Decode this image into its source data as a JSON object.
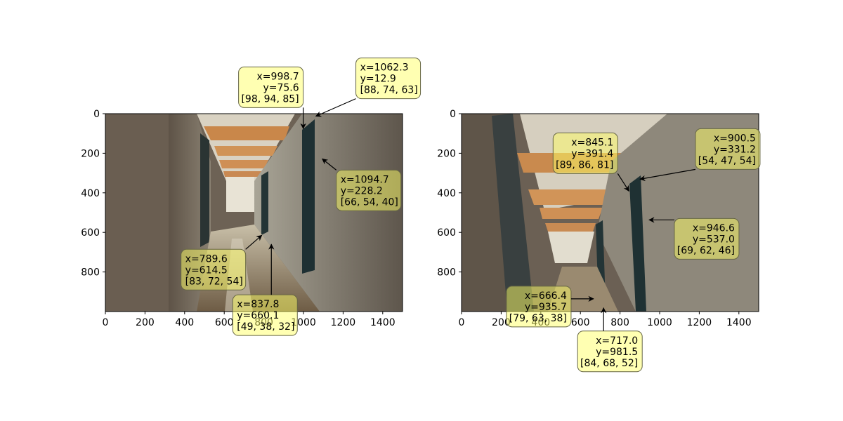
{
  "chart_data": [
    {
      "type": "scatter",
      "title": "",
      "xlabel": "",
      "ylabel": "",
      "xlim": [
        0,
        1500
      ],
      "ylim": [
        1000,
        0
      ],
      "x_ticks": [
        "0",
        "200",
        "400",
        "600",
        "800",
        "1000",
        "1200",
        "1400"
      ],
      "y_ticks": [
        "0",
        "200",
        "400",
        "600",
        "800"
      ],
      "grid": false,
      "image": "photograph of a hallway, wide-angle view",
      "annotations": [
        {
          "x": 998.7,
          "y": 75.6,
          "rgb": [
            98,
            94,
            85
          ],
          "lines": [
            "x=998.7",
            "y=75.6",
            "[98, 94, 85]"
          ]
        },
        {
          "x": 1062.3,
          "y": 12.9,
          "rgb": [
            88,
            74,
            63
          ],
          "lines": [
            "x=1062.3",
            "y=12.9",
            "[88, 74, 63]"
          ]
        },
        {
          "x": 1094.7,
          "y": 228.2,
          "rgb": [
            66,
            54,
            40
          ],
          "lines": [
            "x=1094.7",
            "y=228.2",
            "[66, 54, 40]"
          ]
        },
        {
          "x": 789.6,
          "y": 614.5,
          "rgb": [
            83,
            72,
            54
          ],
          "lines": [
            "x=789.6",
            "y=614.5",
            "[83, 72, 54]"
          ]
        },
        {
          "x": 837.8,
          "y": 660.1,
          "rgb": [
            49,
            38,
            32
          ],
          "lines": [
            "x=837.8",
            "y=660.1",
            "[49, 38, 32]"
          ]
        }
      ]
    },
    {
      "type": "scatter",
      "title": "",
      "xlabel": "",
      "ylabel": "",
      "xlim": [
        0,
        1500
      ],
      "ylim": [
        1000,
        0
      ],
      "x_ticks": [
        "0",
        "200",
        "400",
        "600",
        "800",
        "1000",
        "1200",
        "1400"
      ],
      "y_ticks": [
        "0",
        "200",
        "400",
        "600",
        "800"
      ],
      "grid": false,
      "image": "photograph of the same hallway, rotated view",
      "annotations": [
        {
          "x": 845.1,
          "y": 391.4,
          "rgb": [
            89,
            86,
            81
          ],
          "lines": [
            "x=845.1",
            "y=391.4",
            "[89, 86, 81]"
          ]
        },
        {
          "x": 900.5,
          "y": 331.2,
          "rgb": [
            54,
            47,
            54
          ],
          "lines": [
            "x=900.5",
            "y=331.2",
            "[54, 47, 54]"
          ]
        },
        {
          "x": 946.6,
          "y": 537.0,
          "rgb": [
            69,
            62,
            46
          ],
          "lines": [
            "x=946.6",
            "y=537.0",
            "[69, 62, 46]"
          ]
        },
        {
          "x": 666.4,
          "y": 935.7,
          "rgb": [
            79,
            63,
            38
          ],
          "lines": [
            "x=666.4",
            "y=935.7",
            "[79, 63, 38]"
          ]
        },
        {
          "x": 717.0,
          "y": 981.5,
          "rgb": [
            84,
            68,
            52
          ],
          "lines": [
            "x=717.0",
            "y=981.5",
            "[84, 68, 52]"
          ]
        }
      ]
    }
  ],
  "colors": {
    "annotation_box": "#ffff66",
    "annotation_border": "#666644",
    "axis": "#000000"
  }
}
